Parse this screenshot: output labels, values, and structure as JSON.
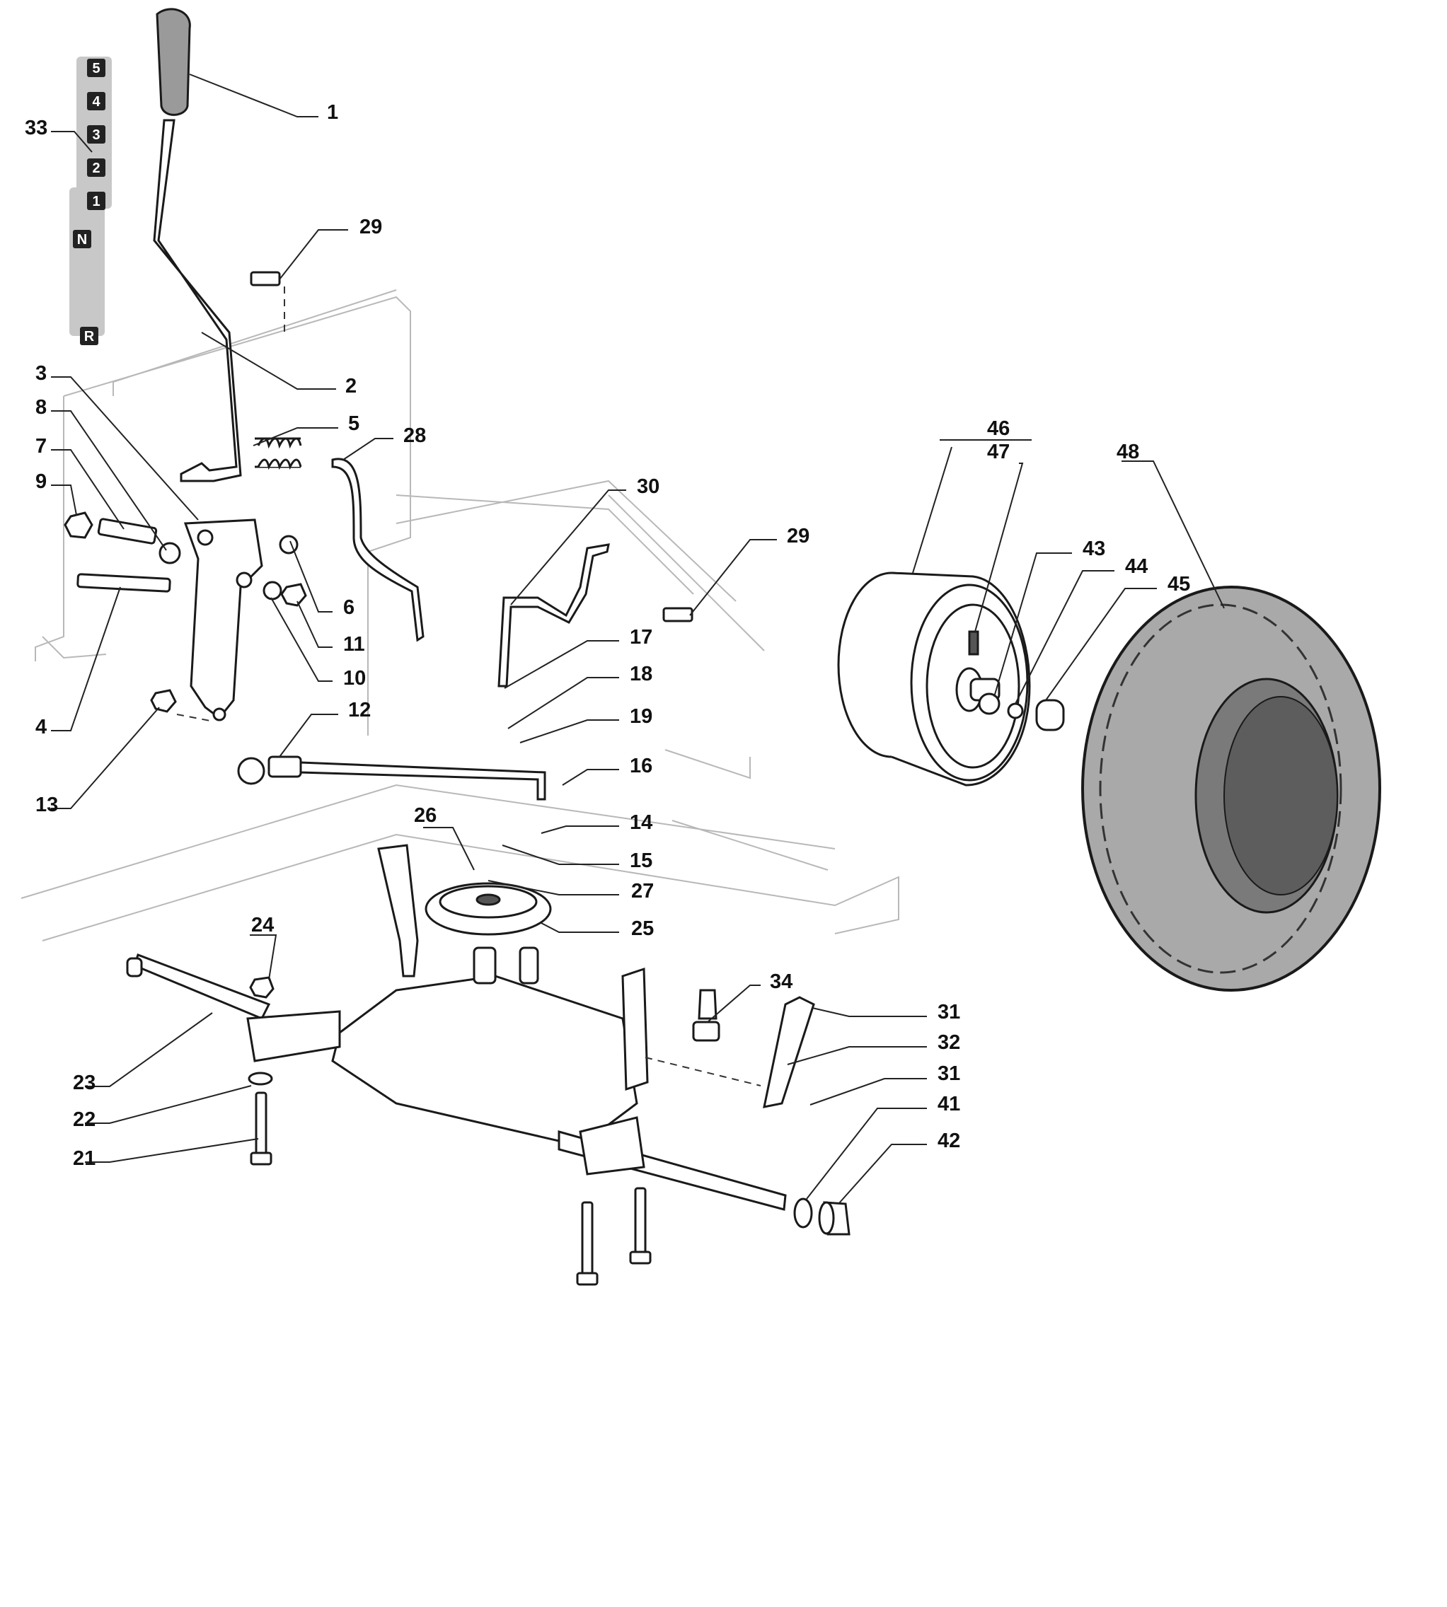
{
  "gear_indicator": [
    "5",
    "4",
    "3",
    "2",
    "1",
    "N",
    "R"
  ],
  "callouts": [
    {
      "id": "1"
    },
    {
      "id": "2"
    },
    {
      "id": "3"
    },
    {
      "id": "4"
    },
    {
      "id": "5"
    },
    {
      "id": "6"
    },
    {
      "id": "7"
    },
    {
      "id": "8"
    },
    {
      "id": "9"
    },
    {
      "id": "10"
    },
    {
      "id": "11"
    },
    {
      "id": "12"
    },
    {
      "id": "13"
    },
    {
      "id": "14"
    },
    {
      "id": "15"
    },
    {
      "id": "16"
    },
    {
      "id": "17"
    },
    {
      "id": "18"
    },
    {
      "id": "19"
    },
    {
      "id": "21"
    },
    {
      "id": "22"
    },
    {
      "id": "23"
    },
    {
      "id": "24"
    },
    {
      "id": "25"
    },
    {
      "id": "26"
    },
    {
      "id": "27"
    },
    {
      "id": "28"
    },
    {
      "id": "29"
    },
    {
      "id": "29"
    },
    {
      "id": "30"
    },
    {
      "id": "31"
    },
    {
      "id": "31"
    },
    {
      "id": "32"
    },
    {
      "id": "33"
    },
    {
      "id": "34"
    },
    {
      "id": "41"
    },
    {
      "id": "42"
    },
    {
      "id": "43"
    },
    {
      "id": "44"
    },
    {
      "id": "45"
    },
    {
      "id": "46"
    },
    {
      "id": "47"
    },
    {
      "id": "48"
    }
  ]
}
